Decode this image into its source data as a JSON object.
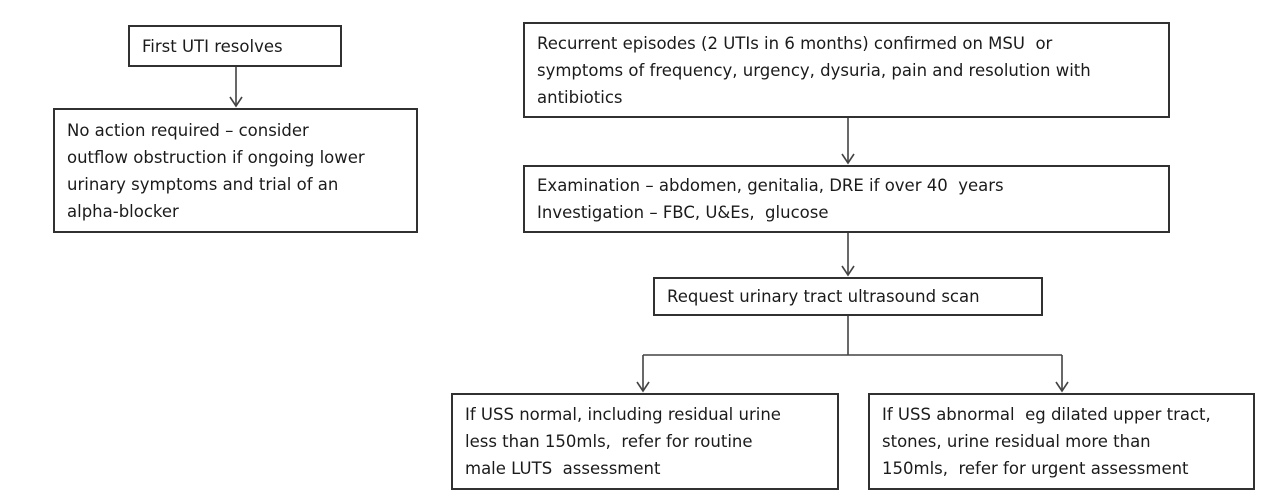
{
  "colors": {
    "bg": "#ffffff",
    "box_border": "#313131",
    "connector": "#434343",
    "text": "#1b1b1b"
  },
  "diagram": {
    "type": "flowchart",
    "boxes": {
      "first_uti": {
        "lines": [
          "First UTI resolves"
        ]
      },
      "no_action": {
        "lines": [
          "No action required – consider",
          "outflow obstruction if ongoing lower",
          "urinary symptoms and trial of an",
          "alpha-blocker"
        ]
      },
      "recurrent": {
        "lines": [
          "Recurrent episodes (2 UTIs in 6 months) confirmed on MSU  or",
          "symptoms of frequency, urgency, dysuria, pain and resolution with",
          "antibiotics"
        ]
      },
      "examination": {
        "lines": [
          "Examination – abdomen, genitalia, DRE if over 40  years",
          "Investigation – FBC, U&Es,  glucose"
        ]
      },
      "request_uss": {
        "lines": [
          "Request urinary tract ultrasound scan"
        ]
      },
      "uss_normal": {
        "lines": [
          "If USS normal, including residual urine",
          "less than 150mls,  refer for routine",
          "male LUTS  assessment"
        ]
      },
      "uss_abnormal": {
        "lines": [
          "If USS abnormal  eg dilated upper tract,",
          "stones, urine residual more than",
          "150mls,  refer for urgent assessment"
        ]
      }
    },
    "edges": [
      {
        "from": "first_uti",
        "to": "no_action"
      },
      {
        "from": "recurrent",
        "to": "examination"
      },
      {
        "from": "examination",
        "to": "request_uss"
      },
      {
        "from": "request_uss",
        "to": "uss_normal"
      },
      {
        "from": "request_uss",
        "to": "uss_abnormal"
      }
    ]
  }
}
